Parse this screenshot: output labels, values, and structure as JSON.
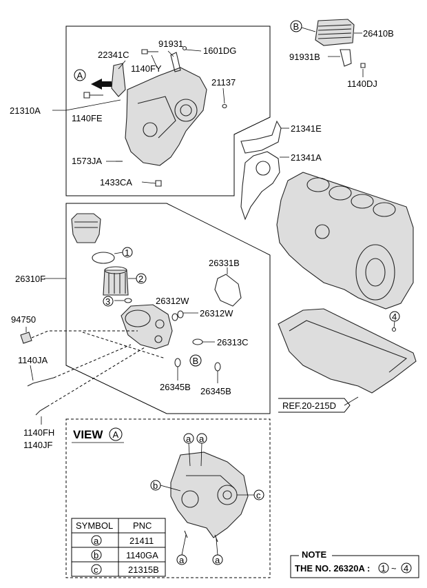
{
  "labels": {
    "p21310A": "21310A",
    "p22341C": "22341C",
    "p91931": "91931",
    "p1601DG": "1601DG",
    "p1140FY": "1140FY",
    "p21137": "21137",
    "p1140FE": "1140FE",
    "p1573JA": "1573JA",
    "p1433CA": "1433CA",
    "p26410B": "26410B",
    "p91931B": "91931B",
    "p1140DJ": "1140DJ",
    "p21341E": "21341E",
    "p21341A": "21341A",
    "p26310F": "26310F",
    "p26331B": "26331B",
    "p26312W_a": "26312W",
    "p26312W_b": "26312W",
    "p26313C": "26313C",
    "p26345B_a": "26345B",
    "p26345B_b": "26345B",
    "p94750": "94750",
    "p1140JA": "1140JA",
    "p1140FH": "1140FH",
    "p1140JF": "1140JF",
    "ref": "REF.20-215D"
  },
  "callouts": {
    "A": "A",
    "B": "B",
    "c1": "1",
    "c2": "2",
    "c3": "3",
    "c4": "4",
    "a": "a",
    "b": "b",
    "c": "c"
  },
  "view": {
    "title": "VIEW",
    "letter": "A"
  },
  "symbol_table": {
    "headers": [
      "SYMBOL",
      "PNC"
    ],
    "rows": [
      {
        "symbol": "a",
        "pnc": "21411"
      },
      {
        "symbol": "b",
        "pnc": "1140GA"
      },
      {
        "symbol": "c",
        "pnc": "21315B"
      }
    ]
  },
  "note": {
    "title": "NOTE",
    "text": "THE NO. 26320A :",
    "from": "1",
    "sep": "~",
    "to": "4"
  }
}
